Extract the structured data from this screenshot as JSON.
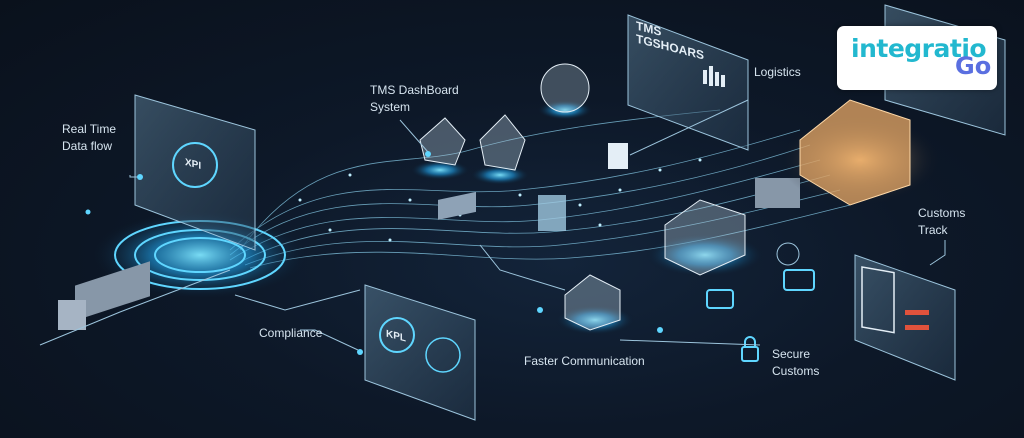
{
  "logo": {
    "word1": "integratio",
    "word2": "Go",
    "brand_color_primary": "#22b8cf",
    "brand_color_secondary": "#5a6fe0"
  },
  "labels": {
    "realtime": "Real Time\nData flow",
    "tms": "TMS DashBoard\nSystem",
    "logistics": "Logistics",
    "customs_track": "Customs\nTrack",
    "compliance": "Compliance",
    "faster_comm": "Faster  Communication",
    "secure_customs": "Secure\nCustoms"
  },
  "panels": {
    "tms_panel_title": "TMS\nTGSHOARS",
    "left_panel_gauge": "XPI",
    "compliance_panel_gauge": "KPL"
  },
  "colors": {
    "background": "#0b1220",
    "accent": "#3fc4f0",
    "glow": "#1e9be0",
    "warehouse": "#e8a865"
  }
}
